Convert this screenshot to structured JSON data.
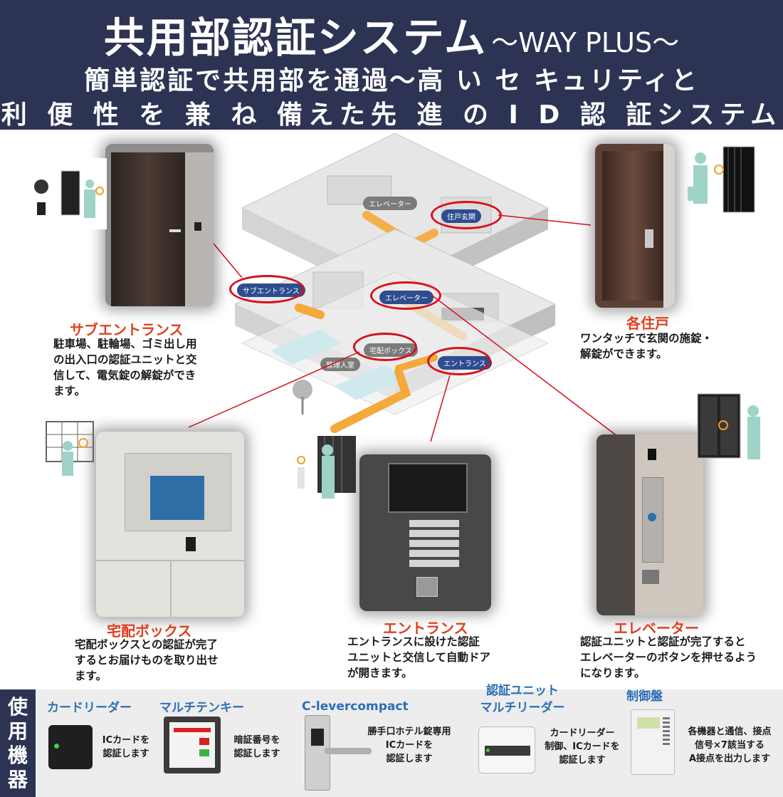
{
  "header": {
    "title_main": "共用部認証システム",
    "title_sub": "〜WAY PLUS〜",
    "tagline1": "簡単認証で共用部を通過〜高 い セ キュリティと",
    "tagline2": "利 便 性 を 兼 ね 備えた先 進 の I D 認 証システム"
  },
  "diagram_tags": {
    "elevator_top": "エレベーター",
    "unit_entrance": "住戸玄関",
    "sub_entrance": "サブエントランス",
    "elevator_mid": "エレベーター",
    "delivery_box": "宅配ボックス",
    "entrance": "エントランス",
    "manager_room": "管理人室"
  },
  "features": {
    "sub_entrance": {
      "title": "サブエントランス",
      "lines": [
        "駐車場、駐輪場、ゴミ出し用",
        "の出入口の認証ユニットと交",
        "信して、電気錠の解錠ができ",
        "ます。"
      ]
    },
    "each_unit": {
      "title": "各住戸",
      "lines": [
        "ワンタッチで玄関の施錠・",
        "解錠ができます。"
      ]
    },
    "delivery_box": {
      "title": "宅配ボックス",
      "lines": [
        "宅配ボックスとの認証が完了",
        "するとお届けものを取り出せ",
        "ます。"
      ]
    },
    "entrance": {
      "title": "エントランス",
      "lines": [
        "エントランスに設けた認証",
        "ユニットと交信して自動ドア",
        "が開きます。"
      ]
    },
    "elevator": {
      "title": "エレベーター",
      "lines": [
        "認証ユニットと認証が完了すると",
        "エレベーターのボタンを押せるよう",
        "になります。"
      ]
    }
  },
  "equipment": {
    "tab_chars": [
      "使",
      "用",
      "機",
      "器"
    ],
    "card_reader": {
      "title": "カードリーダー",
      "desc": [
        "ICカードを",
        "認証します"
      ]
    },
    "multi_tenkey": {
      "title": "マルチテンキー",
      "desc": [
        "暗証番号を",
        "認証します"
      ]
    },
    "c_lever": {
      "title": "C-levercompact",
      "desc": [
        "勝手口ホテル錠専用",
        "ICカードを",
        "認証します"
      ]
    },
    "auth_unit": {
      "title": [
        "認証ユニット",
        "マルチリーダー"
      ],
      "desc": [
        "カードリーダー",
        "制御、ICカードを",
        "認証します"
      ]
    },
    "control_panel": {
      "title": "制御盤",
      "desc": [
        "各機器と通信、接点",
        "信号×7該当する",
        "A接点を出力します"
      ]
    }
  },
  "colors": {
    "header_navy": "#2c3353",
    "feature_red": "#e0401e",
    "equipment_blue": "#2b6fb8",
    "ring_red": "#d8101a",
    "tag_blue": "#2e4d8e",
    "path_orange": "#f4a93a"
  }
}
